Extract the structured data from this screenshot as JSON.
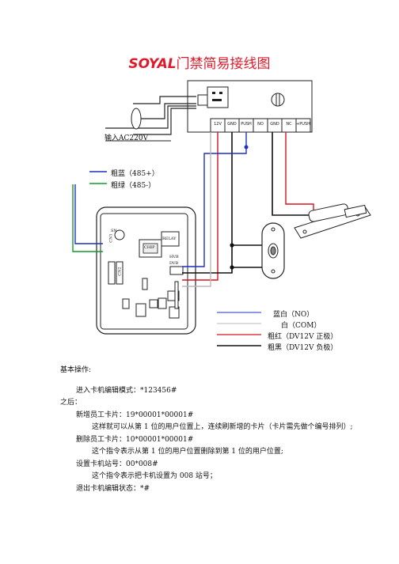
{
  "title": {
    "brand": "SOYAL",
    "rest": "门禁简易接线图"
  },
  "input_label": "输入AC220V",
  "terminals": [
    "12V",
    "GND",
    "PUSH",
    "NO",
    "GND",
    "NC",
    "+PUSH"
  ],
  "legend_left": [
    {
      "label": "粗蓝（485+）",
      "color": "#1f2fc4"
    },
    {
      "label": "粗绿（485-）",
      "color": "#139a2a"
    }
  ],
  "legend_right": [
    {
      "label": "蓝白（NO）",
      "color": "#1f2fc4"
    },
    {
      "label": "白（COM）",
      "color": "#b8b8b8"
    },
    {
      "label": "粗红（DV12V 正极）",
      "color": "#d8141b"
    },
    {
      "label": "粗黑（DV12V 负极）",
      "color": "#111111"
    }
  ],
  "board_labels": [
    "SN",
    "CN1",
    "CN2",
    "RELAY",
    "HVB",
    "DVB"
  ],
  "chip_label": "CHIP",
  "ops": {
    "heading": "基本操作:",
    "enter": "进入卡机编辑模式：*123456#",
    "after": "之后：",
    "add": "新增员工卡片：19*00001*00001#",
    "add_desc": "这样就可以从第 1 位的用户位置上，连续刷新增的卡片（卡片需先做个编号排列）;",
    "del": "删除员工卡片：10*00001*00001#",
    "del_desc": "这个指令表示从第 1 位的用户位置删除到第 1 位的用户位置;",
    "set": "设置卡机站号：00*008#",
    "set_desc": "这个指令表示把卡机设置为 008 站号；",
    "exit": "退出卡机编辑状态：*#"
  }
}
